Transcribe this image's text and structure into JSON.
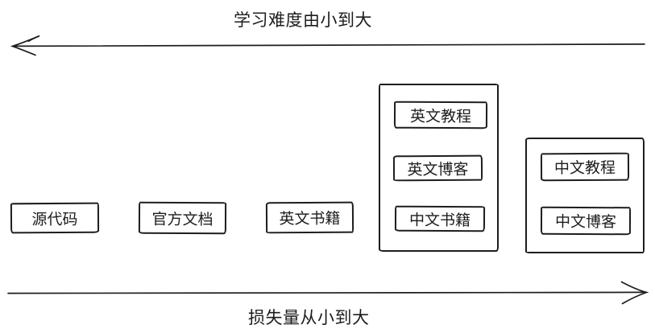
{
  "colors": {
    "background": "#ffffff",
    "stroke": "#1d1d1d",
    "text": "#1d1d1d"
  },
  "axes": {
    "top": {
      "label": "学习难度由小到大",
      "arrow_direction": "left"
    },
    "bottom": {
      "label": "损失量从小到大",
      "arrow_direction": "right"
    }
  },
  "nodes": [
    {
      "label": "源代码"
    },
    {
      "label": "官方文档"
    },
    {
      "label": "英文书籍"
    }
  ],
  "groups": [
    {
      "items": [
        {
          "label": "英文教程"
        },
        {
          "label": "英文博客"
        },
        {
          "label": "中文书籍"
        }
      ]
    },
    {
      "items": [
        {
          "label": "中文教程"
        },
        {
          "label": "中文博客"
        }
      ]
    }
  ]
}
